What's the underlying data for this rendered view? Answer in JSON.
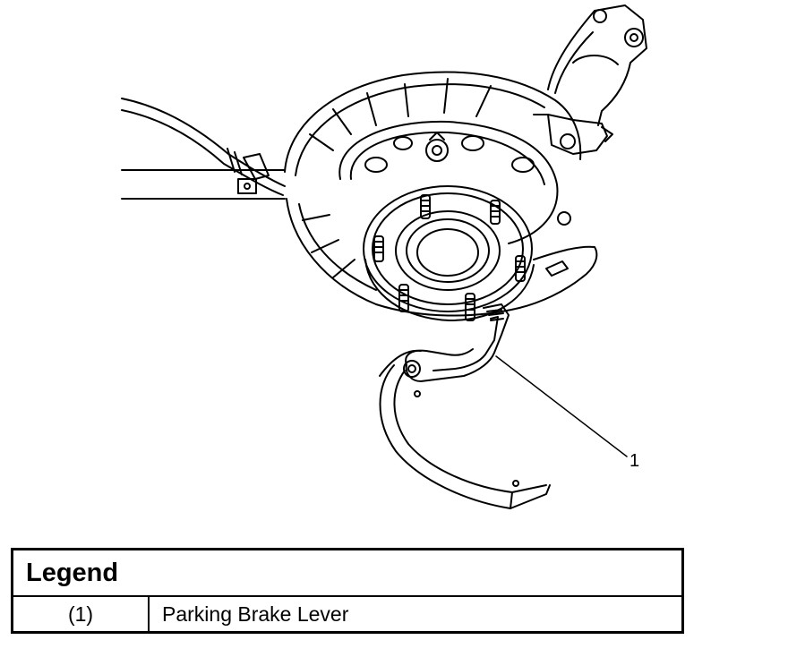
{
  "figure": {
    "callouts": [
      {
        "number": "1"
      }
    ]
  },
  "legend": {
    "title": "Legend",
    "rows": [
      {
        "number": "(1)",
        "description": "Parking Brake Lever"
      }
    ]
  }
}
